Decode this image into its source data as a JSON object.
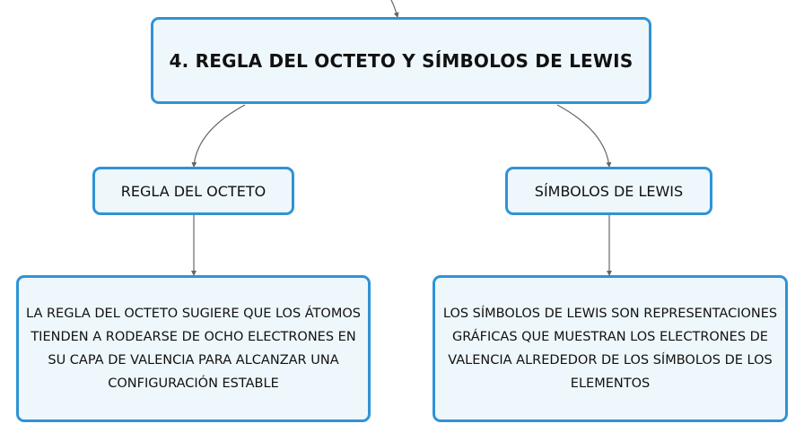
{
  "map": {
    "root": {
      "label": "4. REGLA DEL OCTETO Y SÍMBOLOS DE LEWIS"
    },
    "branches": [
      {
        "label": "REGLA DEL OCTETO",
        "detail": "LA REGLA DEL OCTETO SUGIERE QUE LOS ÁTOMOS TIENDEN A RODEARSE DE OCHO ELECTRONES EN SU CAPA DE VALENCIA PARA ALCANZAR UNA CONFIGURACIÓN ESTABLE"
      },
      {
        "label": "SÍMBOLOS DE LEWIS",
        "detail": "LOS SÍMBOLOS DE LEWIS SON REPRESENTACIONES GRÁFICAS QUE MUESTRAN LOS ELECTRONES DE VALENCIA ALREDEDOR DE LOS SÍMBOLOS DE LOS ELEMENTOS"
      }
    ]
  },
  "colors": {
    "node_border": "#2f93d6",
    "node_fill": "#eef7fc",
    "connector": "#666666"
  }
}
